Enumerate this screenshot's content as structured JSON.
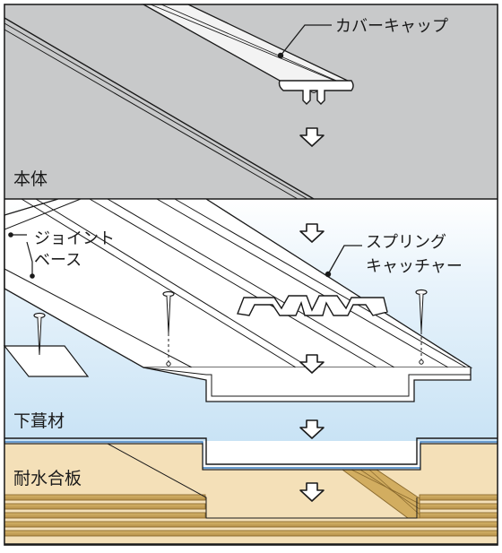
{
  "labels": {
    "cover_cap": "カバーキャップ",
    "main_body": "本体",
    "joint_base_line1": "ジョイント",
    "joint_base_line2": "ベース",
    "spring_catcher_line1": "スプリング",
    "spring_catcher_line2": "キャッチャー",
    "underlayment": "下葺材",
    "waterproof_plywood": "耐水合板"
  },
  "colors": {
    "main_body_panel": "#c8c9ca",
    "underlayment_blue": "#cfe6f6",
    "plywood": "#f4e0b8",
    "plywood_stripe": "#d9b96d",
    "line": "#1a1a1a"
  },
  "icons": {
    "arrow": "down-arrow-icon",
    "nail": "nail-icon"
  }
}
